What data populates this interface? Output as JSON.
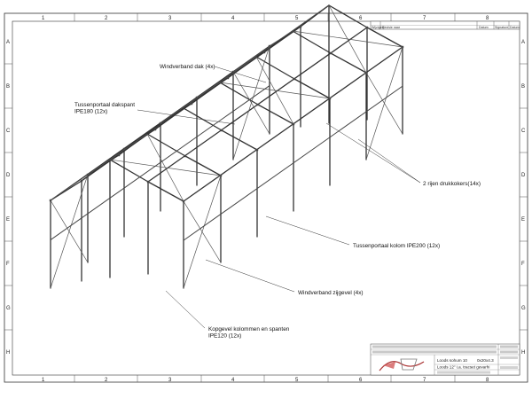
{
  "grid": {
    "columns": [
      "1",
      "2",
      "3",
      "4",
      "5",
      "6",
      "7",
      "8"
    ],
    "rows": [
      "A",
      "B",
      "C",
      "D",
      "E",
      "F",
      "G",
      "H"
    ]
  },
  "annotations": {
    "windverband_dak": "Windverband dak (4x)",
    "tussenportaal_dakspant_1": "Tussenportaal dakspant",
    "tussenportaal_dakspant_2": "IPE180 (12x)",
    "drukkokers": "2 rijen drukkokers(14x)",
    "tussenportaal_kolom": "Tussenportaal kolom IPE200 (12x)",
    "windverband_zijgevel": "Windverband zijgevel (4x)",
    "kopgevel_1": "Kopgevel kolommen en spanten",
    "kopgevel_2": "IPE120 (12x)"
  },
  "revision_block": {
    "headers": [
      "Wijziging",
      "Revisie naar",
      "Datum",
      "Signature",
      "Datum"
    ]
  },
  "title_block": {
    "line1": "Loods sohum 10",
    "line1_right": "0x20x4.3",
    "line2": "Loods 12\" i.a. tracset gevarhi"
  }
}
